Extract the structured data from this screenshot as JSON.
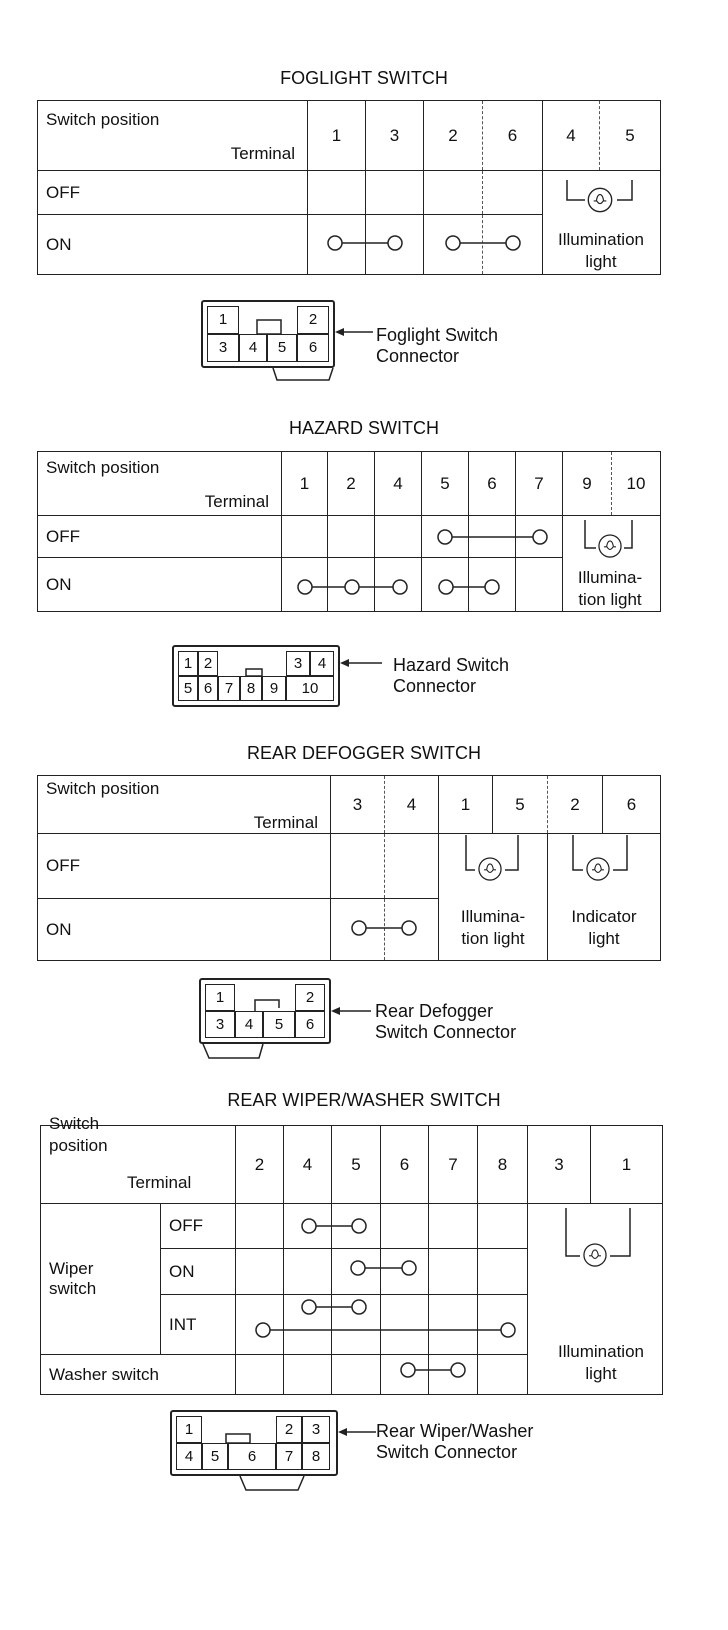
{
  "common": {
    "terminal": "Terminal",
    "switch_position": "Switch position",
    "off": "OFF",
    "on": "ON"
  },
  "foglight": {
    "title": "FOGLIGHT SWITCH",
    "terminals": [
      "1",
      "3",
      "2",
      "6",
      "4",
      "5"
    ],
    "illumination": [
      "Illumination",
      "light"
    ],
    "connector": {
      "pins": [
        "1",
        "2",
        "3",
        "4",
        "5",
        "6"
      ],
      "label": [
        "Foglight Switch",
        "Connector"
      ]
    }
  },
  "hazard": {
    "title": "HAZARD SWITCH",
    "terminals": [
      "1",
      "2",
      "4",
      "5",
      "6",
      "7",
      "9",
      "10"
    ],
    "illumination": [
      "Illumina-",
      "tion light"
    ],
    "connector": {
      "pins": [
        "1",
        "2",
        "3",
        "4",
        "5",
        "6",
        "7",
        "8",
        "9",
        "10"
      ],
      "label": [
        "Hazard Switch",
        "Connector"
      ]
    }
  },
  "defogger": {
    "title": "REAR DEFOGGER SWITCH",
    "terminals": [
      "3",
      "4",
      "1",
      "5",
      "2",
      "6"
    ],
    "illumination": [
      "Illumina-",
      "tion light"
    ],
    "indicator": [
      "Indicator",
      "light"
    ],
    "connector": {
      "pins": [
        "1",
        "2",
        "3",
        "4",
        "5",
        "6"
      ],
      "label": [
        "Rear Defogger",
        "Switch Connector"
      ]
    }
  },
  "wiper": {
    "title": "REAR WIPER/WASHER SWITCH",
    "switch": "Switch",
    "position": "position",
    "terminals": [
      "2",
      "4",
      "5",
      "6",
      "7",
      "8",
      "3",
      "1"
    ],
    "wiper_switch": [
      "Wiper",
      "switch"
    ],
    "modes": [
      "OFF",
      "ON",
      "INT"
    ],
    "washer_switch": "Washer switch",
    "illumination": [
      "Illumination",
      "light"
    ],
    "connector": {
      "pins": [
        "1",
        "2",
        "3",
        "4",
        "5",
        "6",
        "7",
        "8"
      ],
      "label": [
        "Rear Wiper/Washer",
        "Switch Connector"
      ]
    }
  }
}
